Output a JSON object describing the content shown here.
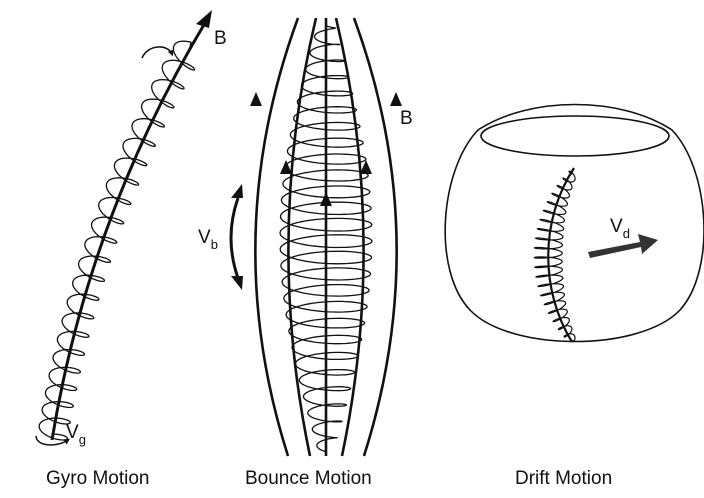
{
  "panels": {
    "gyro": {
      "caption": "Gyro Motion",
      "field_label": "B",
      "velocity_symbol": "V",
      "velocity_subscript": "g"
    },
    "bounce": {
      "caption": "Bounce Motion",
      "field_label": "B",
      "velocity_symbol": "V",
      "velocity_subscript": "b"
    },
    "drift": {
      "caption": "Drift Motion",
      "velocity_symbol": "V",
      "velocity_subscript": "d"
    }
  },
  "colors": {
    "ink": "#111111",
    "background": "#ffffff",
    "drift_arrow": "#333333"
  }
}
